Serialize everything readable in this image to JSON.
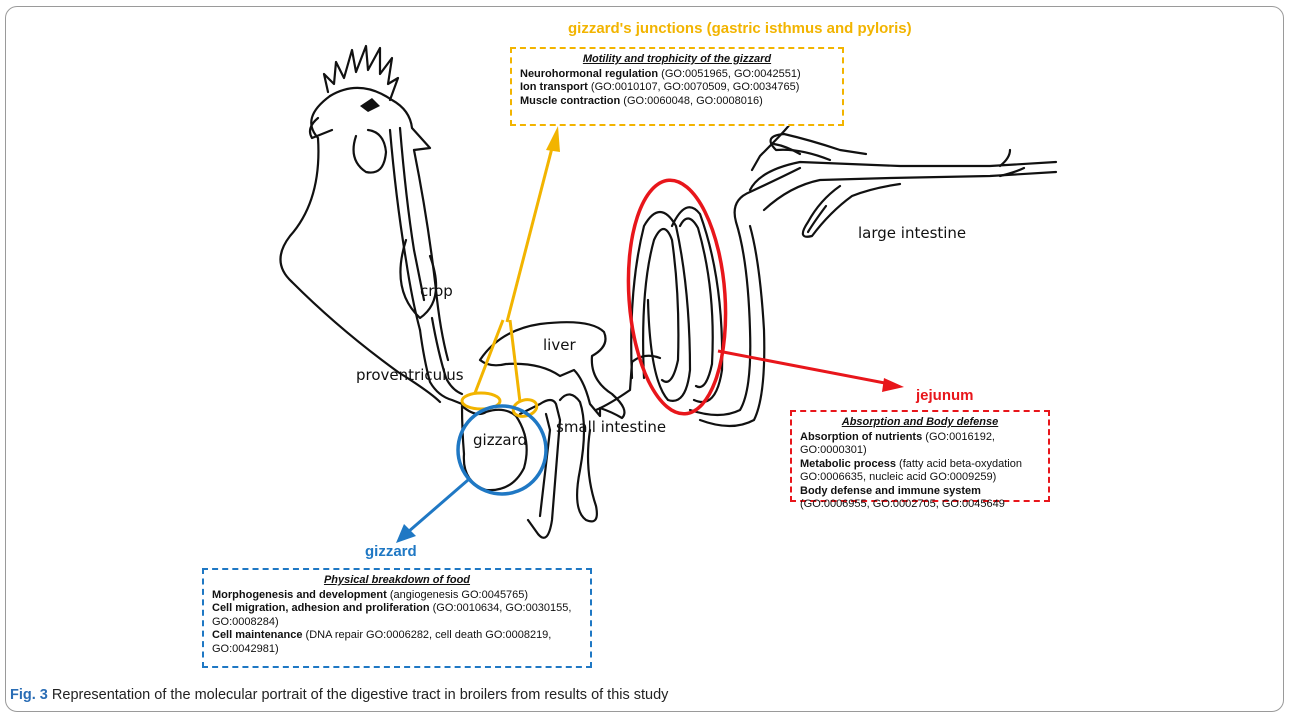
{
  "anatomy_labels": {
    "crop": "crop",
    "proventriculus": "proventriculus",
    "gizzard": "gizzard",
    "liver": "liver",
    "small_intestine": "small intestine",
    "large_intestine": "large intestine"
  },
  "junctions": {
    "title": "gizzard's junctions (gastric isthmus and pyloris)",
    "color": "#f2b400",
    "heading": "Motility and trophicity of the gizzard",
    "rows": [
      {
        "term": "Neurohormonal regulation",
        "go": " (GO:0051965, GO:0042551)"
      },
      {
        "term": "Ion transport",
        "go": " (GO:0010107, GO:0070509, GO:0034765)"
      },
      {
        "term": "Muscle contraction",
        "go": " (GO:0060048, GO:0008016)"
      }
    ]
  },
  "jejunum": {
    "title": "jejunum",
    "color": "#e8161b",
    "heading": "Absorption and Body defense",
    "rows": [
      {
        "term": "Absorption of nutrients",
        "go": " (GO:0016192, GO:0000301)"
      },
      {
        "term": "Metabolic process",
        "go": " (fatty acid beta-oxydation GO:0006635, nucleic acid GO:0009259)"
      },
      {
        "term": "Body defense and immune system",
        "go": " (GO:0006955, GO:0002705, GO:0045649"
      }
    ]
  },
  "gizzard_box": {
    "title": "gizzard",
    "color": "#1f78c4",
    "heading": "Physical breakdown of food",
    "rows": [
      {
        "term": "Morphogenesis and development",
        "go": " (angiogenesis GO:0045765)"
      },
      {
        "term": "Cell migration, adhesion and proliferation",
        "go": " (GO:0010634, GO:0030155, GO:0008284)"
      },
      {
        "term": "Cell maintenance",
        "go": " (DNA repair GO:0006282, cell death GO:0008219, GO:0042981)"
      }
    ]
  },
  "caption": {
    "label": "Fig. 3",
    "text": " Representation of the molecular portrait of the digestive tract in broilers from results of this study"
  }
}
